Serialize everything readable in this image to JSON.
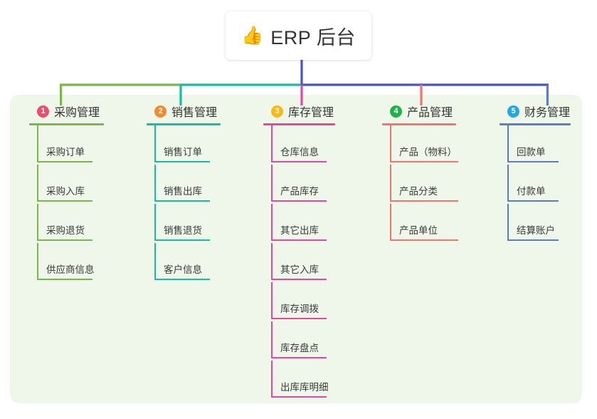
{
  "root": {
    "icon": "thumbs-up-icon",
    "icon_glyph": "👍",
    "title": "ERP 后台"
  },
  "palette": {
    "panel_bg": "#eef7e9",
    "page_bg": "#ffffff",
    "root_stem": "#4a52c4",
    "text": "#333333"
  },
  "branches": [
    {
      "number": "1",
      "title": "采购管理",
      "badge_color": "#ef4b6e",
      "line_color": "#7ab648",
      "items": [
        "采购订单",
        "采购入库",
        "采购退货",
        "供应商信息"
      ]
    },
    {
      "number": "2",
      "title": "销售管理",
      "badge_color": "#f2892f",
      "line_color": "#16bda1",
      "items": [
        "销售订单",
        "销售出库",
        "销售退货",
        "客户信息"
      ]
    },
    {
      "number": "3",
      "title": "库存管理",
      "badge_color": "#fbb713",
      "line_color": "#e8479b",
      "items": [
        "仓库信息",
        "产品库存",
        "其它出库",
        "其它入库",
        "库存调拨",
        "库存盘点",
        "出库库明细"
      ]
    },
    {
      "number": "4",
      "title": "产品管理",
      "badge_color": "#21b14b",
      "line_color": "#f4736c",
      "items": [
        "产品（物料）",
        "产品分类",
        "产品单位"
      ]
    },
    {
      "number": "5",
      "title": "财务管理",
      "badge_color": "#22a7e0",
      "line_color": "#5b7bc9",
      "items": [
        "回款单",
        "付款单",
        "结算账户"
      ]
    }
  ],
  "connector": {
    "segments": [
      {
        "name": "trunk-green",
        "color": "#7ab648"
      },
      {
        "name": "trunk-teal",
        "color": "#16bda1"
      },
      {
        "name": "trunk-indigo",
        "color": "#4a52c4"
      }
    ]
  }
}
